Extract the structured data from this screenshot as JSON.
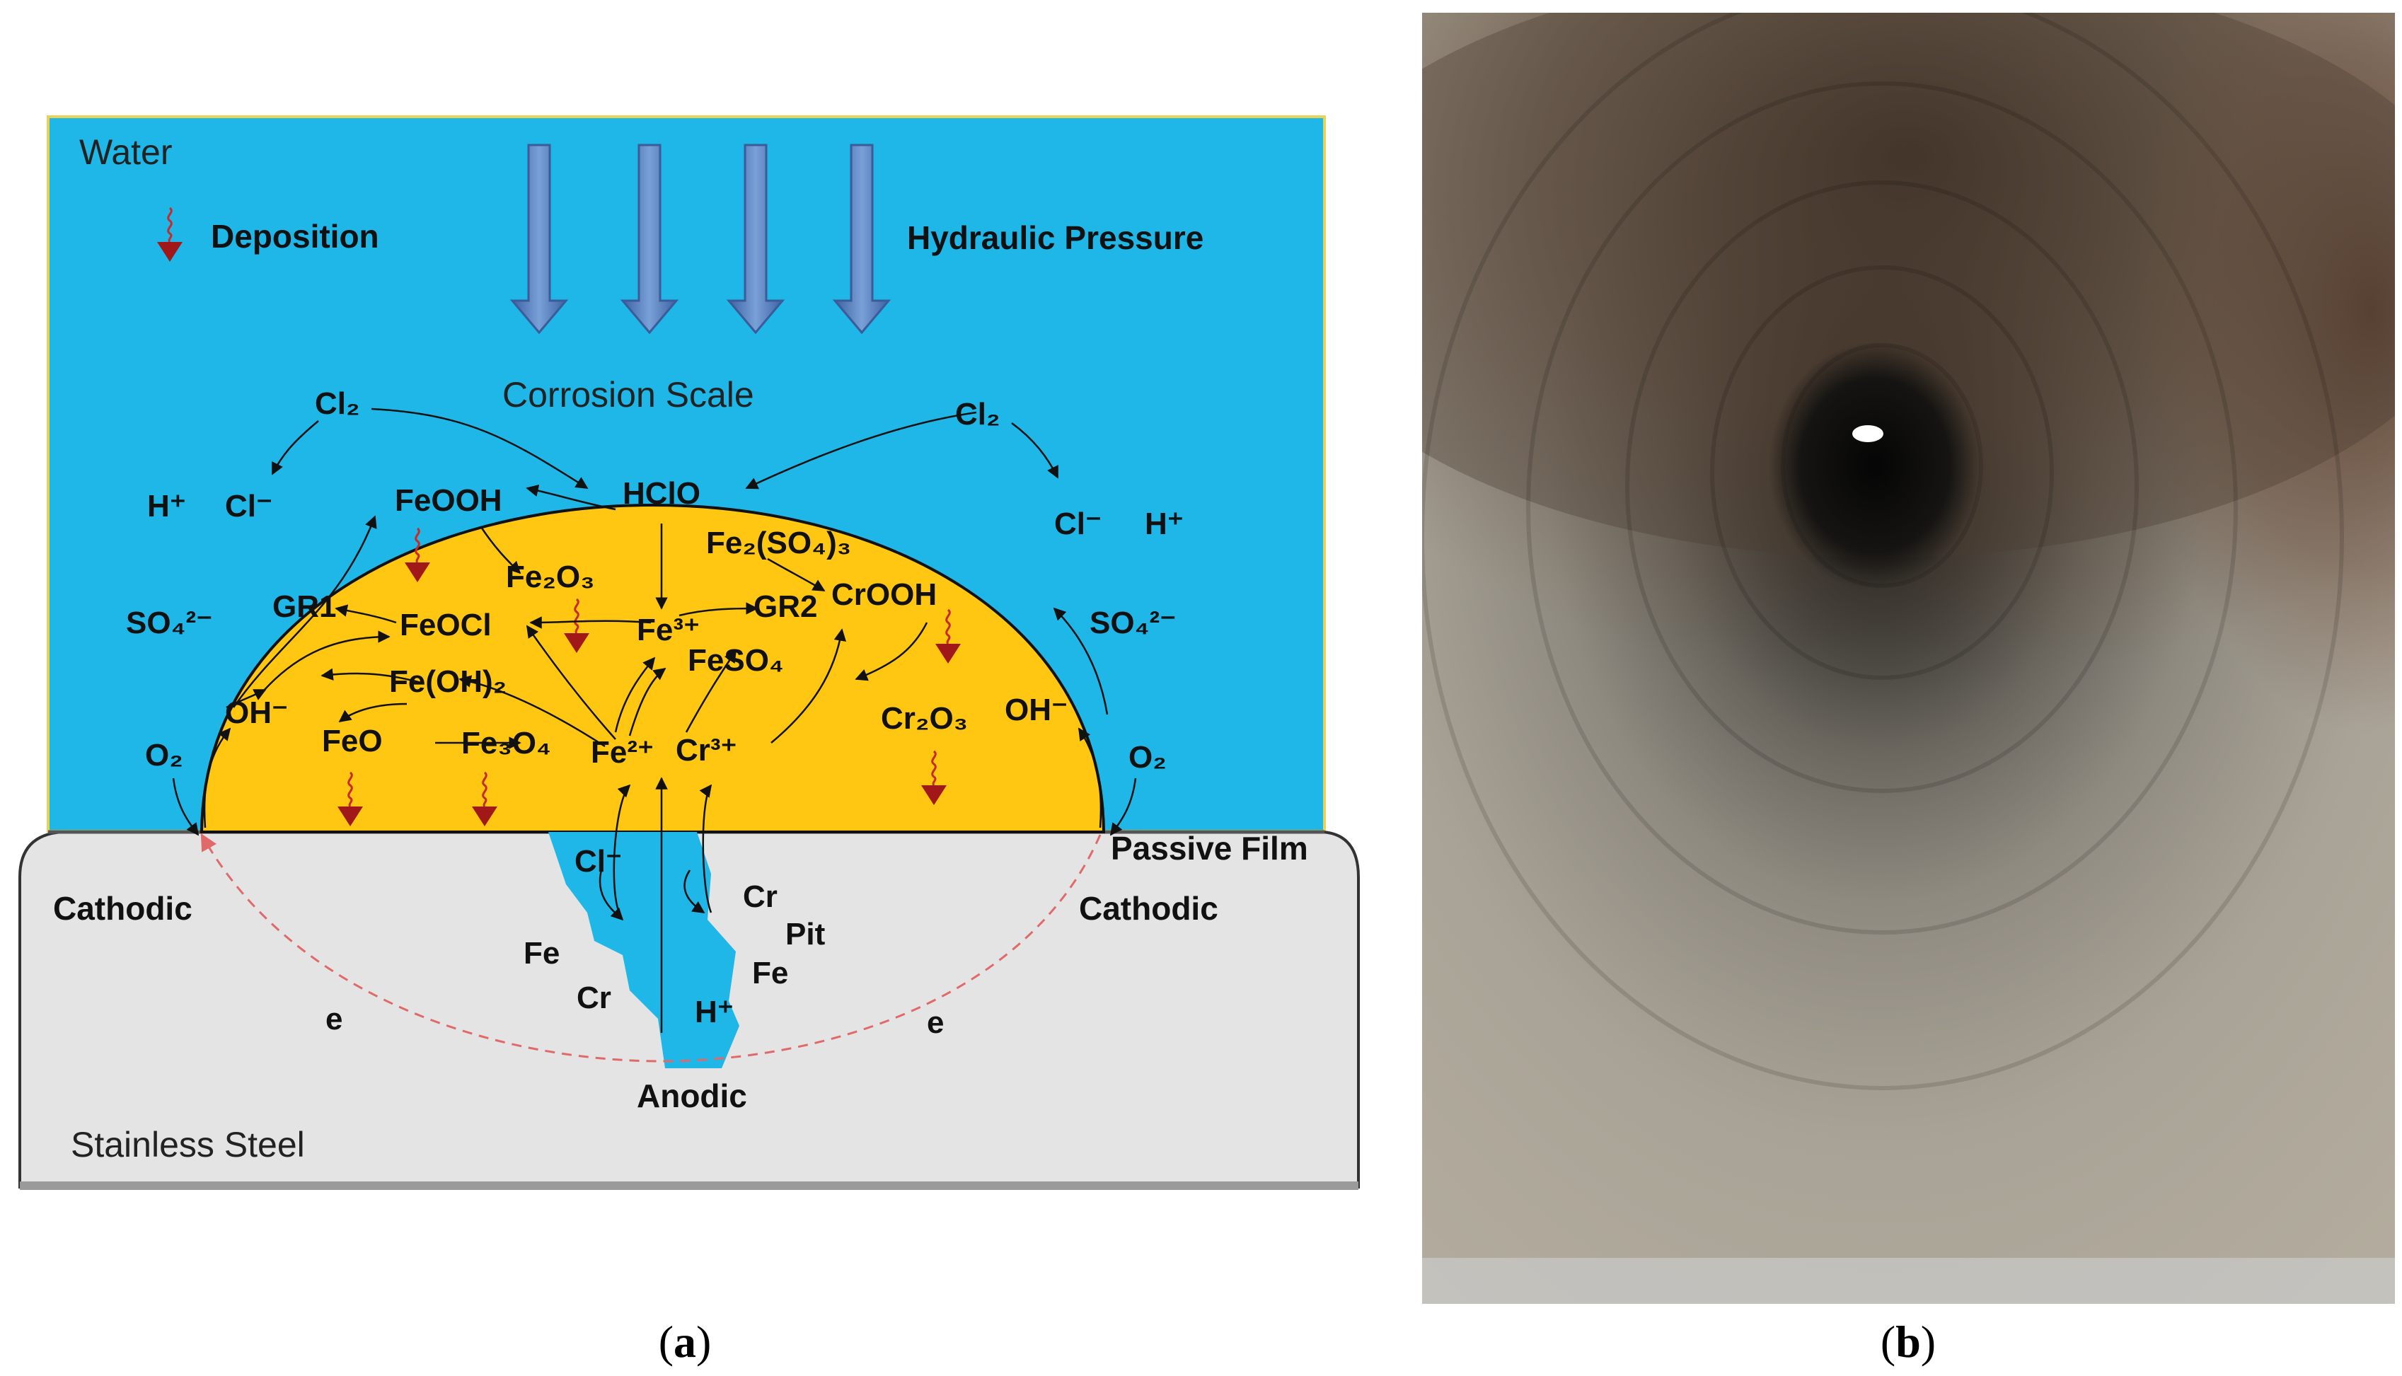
{
  "panel_a": {
    "regions": {
      "water": "Water",
      "corrosion_scale": "Corrosion Scale",
      "stainless_steel": "Stainless Steel",
      "passive_film": "Passive Film"
    },
    "legend": {
      "deposition": "Deposition",
      "hydraulic_pressure": "Hydraulic Pressure"
    },
    "sites": {
      "cathodic_left": "Cathodic",
      "cathodic_right": "Cathodic",
      "anodic": "Anodic",
      "pit": "Pit",
      "electron_left": "e",
      "electron_right": "e"
    },
    "water_species": {
      "cl2_left": "Cl₂",
      "cl2_right": "Cl₂",
      "h_left": "H⁺",
      "cl_left": "Cl⁻",
      "cl_right": "Cl⁻",
      "h_right": "H⁺",
      "so4_left": "SO₄²⁻",
      "so4_right": "SO₄²⁻",
      "o2_left": "O₂",
      "o2_right": "O₂"
    },
    "scale_species": {
      "feooh": "FeOOH",
      "hclo": "HClO",
      "fe2so43": "Fe₂(SO₄)₃",
      "fe2o3": "Fe₂O₃",
      "gr1": "GR1",
      "feocl": "FeOCl",
      "fe3": "Fe³⁺",
      "gr2": "GR2",
      "crooh": "CrOOH",
      "feso4": "FeSO₄",
      "feoh2": "Fe(OH)₂",
      "oh_left": "OH⁻",
      "oh_right": "OH⁻",
      "cr2o3": "Cr₂O₃",
      "feo": "FeO",
      "fe3o4": "Fe₃O₄",
      "fe2": "Fe²⁺",
      "cr3": "Cr³⁺"
    },
    "pit_species": {
      "cl": "Cl⁻",
      "cr_top": "Cr",
      "fe_left": "Fe",
      "cr_left": "Cr",
      "h": "H⁺",
      "fe_right": "Fe"
    },
    "colors": {
      "water": "#1fb6e8",
      "scale": "#ffc612",
      "steel": "#e4e4e4",
      "deposition": "#b01d1d",
      "pressure_arrow": "#4f79b8"
    }
  },
  "captions": {
    "a_letter": "a",
    "b_letter": "b"
  }
}
